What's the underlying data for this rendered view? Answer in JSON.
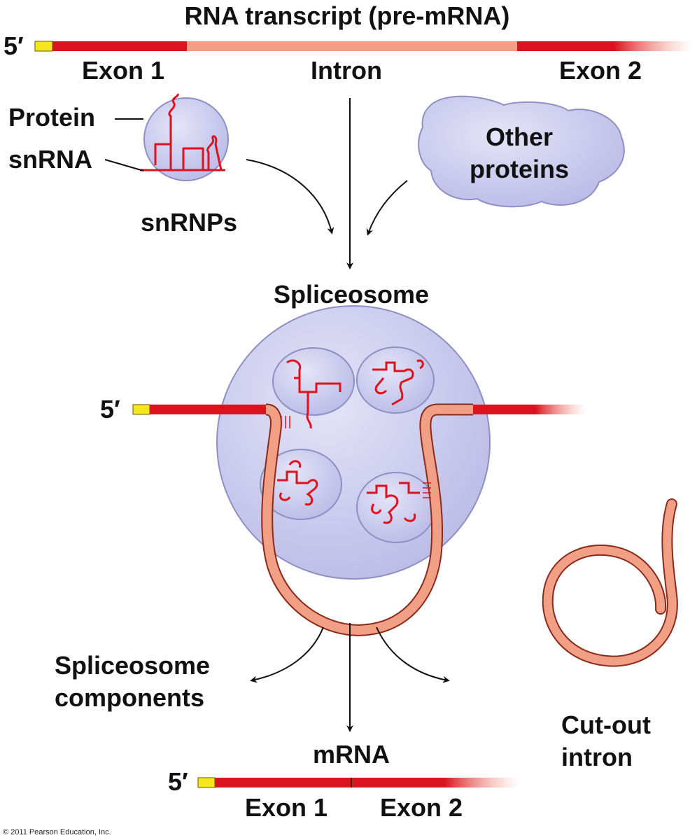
{
  "labels": {
    "title": "RNA transcript (pre-mRNA)",
    "five_prime": "5′",
    "exon1": "Exon 1",
    "intron": "Intron",
    "exon2": "Exon 2",
    "protein": "Protein",
    "snrna": "snRNA",
    "snrnps": "snRNPs",
    "other_proteins_line1": "Other",
    "other_proteins_line2": "proteins",
    "spliceosome": "Spliceosome",
    "components_line1": "Spliceosome",
    "components_line2": "components",
    "mrna": "mRNA",
    "cutout_line1": "Cut-out",
    "cutout_line2": "intron",
    "copyright": "© 2011 Pearson Education, Inc."
  },
  "colors": {
    "exon": "#d8141e",
    "intron": "#f2a085",
    "intron_stroke": "#8a2a1a",
    "cap": "#f5e71a",
    "protein_fill": "#c8c8ee",
    "protein_stroke": "#8f8fc4",
    "snrna": "#e0101c",
    "arrow": "#111111"
  }
}
